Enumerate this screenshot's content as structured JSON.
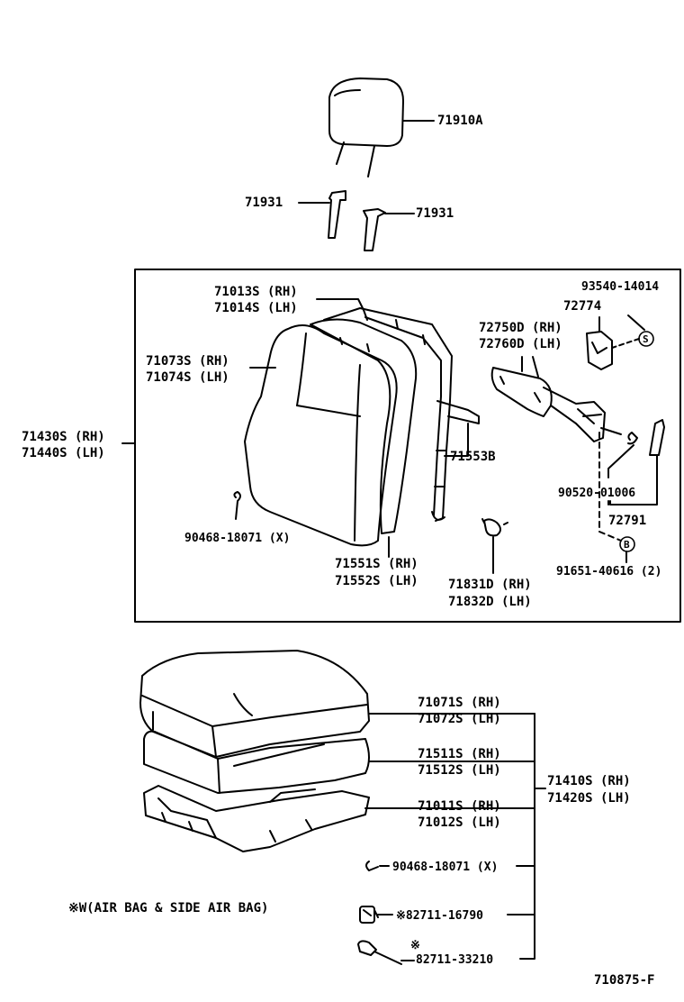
{
  "labels": {
    "headrest": "71910A",
    "guide_left": "71931",
    "guide_right": "71931",
    "frame_rh": "71013S (RH)",
    "frame_lh": "71014S (LH)",
    "back_cover_rh": "71073S (RH)",
    "back_cover_lh": "71074S (LH)",
    "back_assy_rh": "71430S (RH)",
    "back_assy_lh": "71440S (LH)",
    "clip_back": "90468-18071 (X)",
    "pad_rh": "71551S (RH)",
    "pad_lh": "71552S (LH)",
    "spring": "71553B",
    "clip2_rh": "71831D (RH)",
    "clip2_lh": "71832D (LH)",
    "adjuster_rh": "72750D (RH)",
    "adjuster_lh": "72760D (LH)",
    "bracket": "72774",
    "screw": "93540-14014",
    "pin": "90520-01006",
    "link": "72791",
    "bolt": "91651-40616 (2)",
    "cushion_cover_rh": "71071S (RH)",
    "cushion_cover_lh": "71072S (LH)",
    "cushion_pad_rh": "71511S (RH)",
    "cushion_pad_lh": "71512S (LH)",
    "cushion_frame_rh": "71011S (RH)",
    "cushion_frame_lh": "71012S (LH)",
    "cushion_assy_rh": "71410S (RH)",
    "cushion_assy_lh": "71420S (LH)",
    "clip_cushion": "90468-18071 (X)",
    "sensor1": "※82711-16790",
    "sensor2_mark": "※",
    "sensor2": "82711-33210",
    "footnote": "※W(AIR BAG & SIDE AIR BAG)",
    "drawing_no": "710875-F",
    "marker_s": "S",
    "marker_b": "B"
  }
}
